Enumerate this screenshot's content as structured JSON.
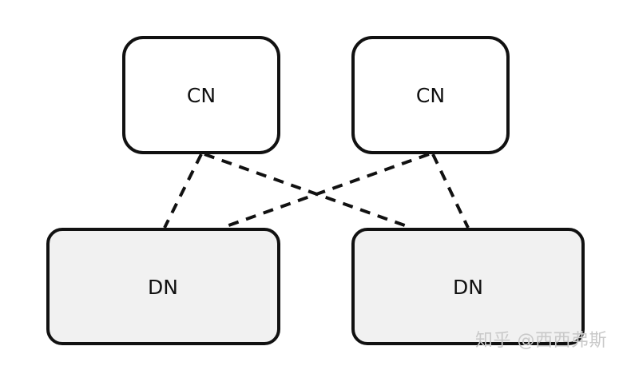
{
  "diagram": {
    "nodes": {
      "cn_left": "CN",
      "cn_right": "CN",
      "dn_left": "DN",
      "dn_right": "DN"
    },
    "colors": {
      "cn_fill": "#ffffff",
      "dn_fill": "#f1f1f1",
      "stroke": "#111111"
    }
  },
  "watermark": {
    "text": "知乎 @西西弗斯"
  }
}
